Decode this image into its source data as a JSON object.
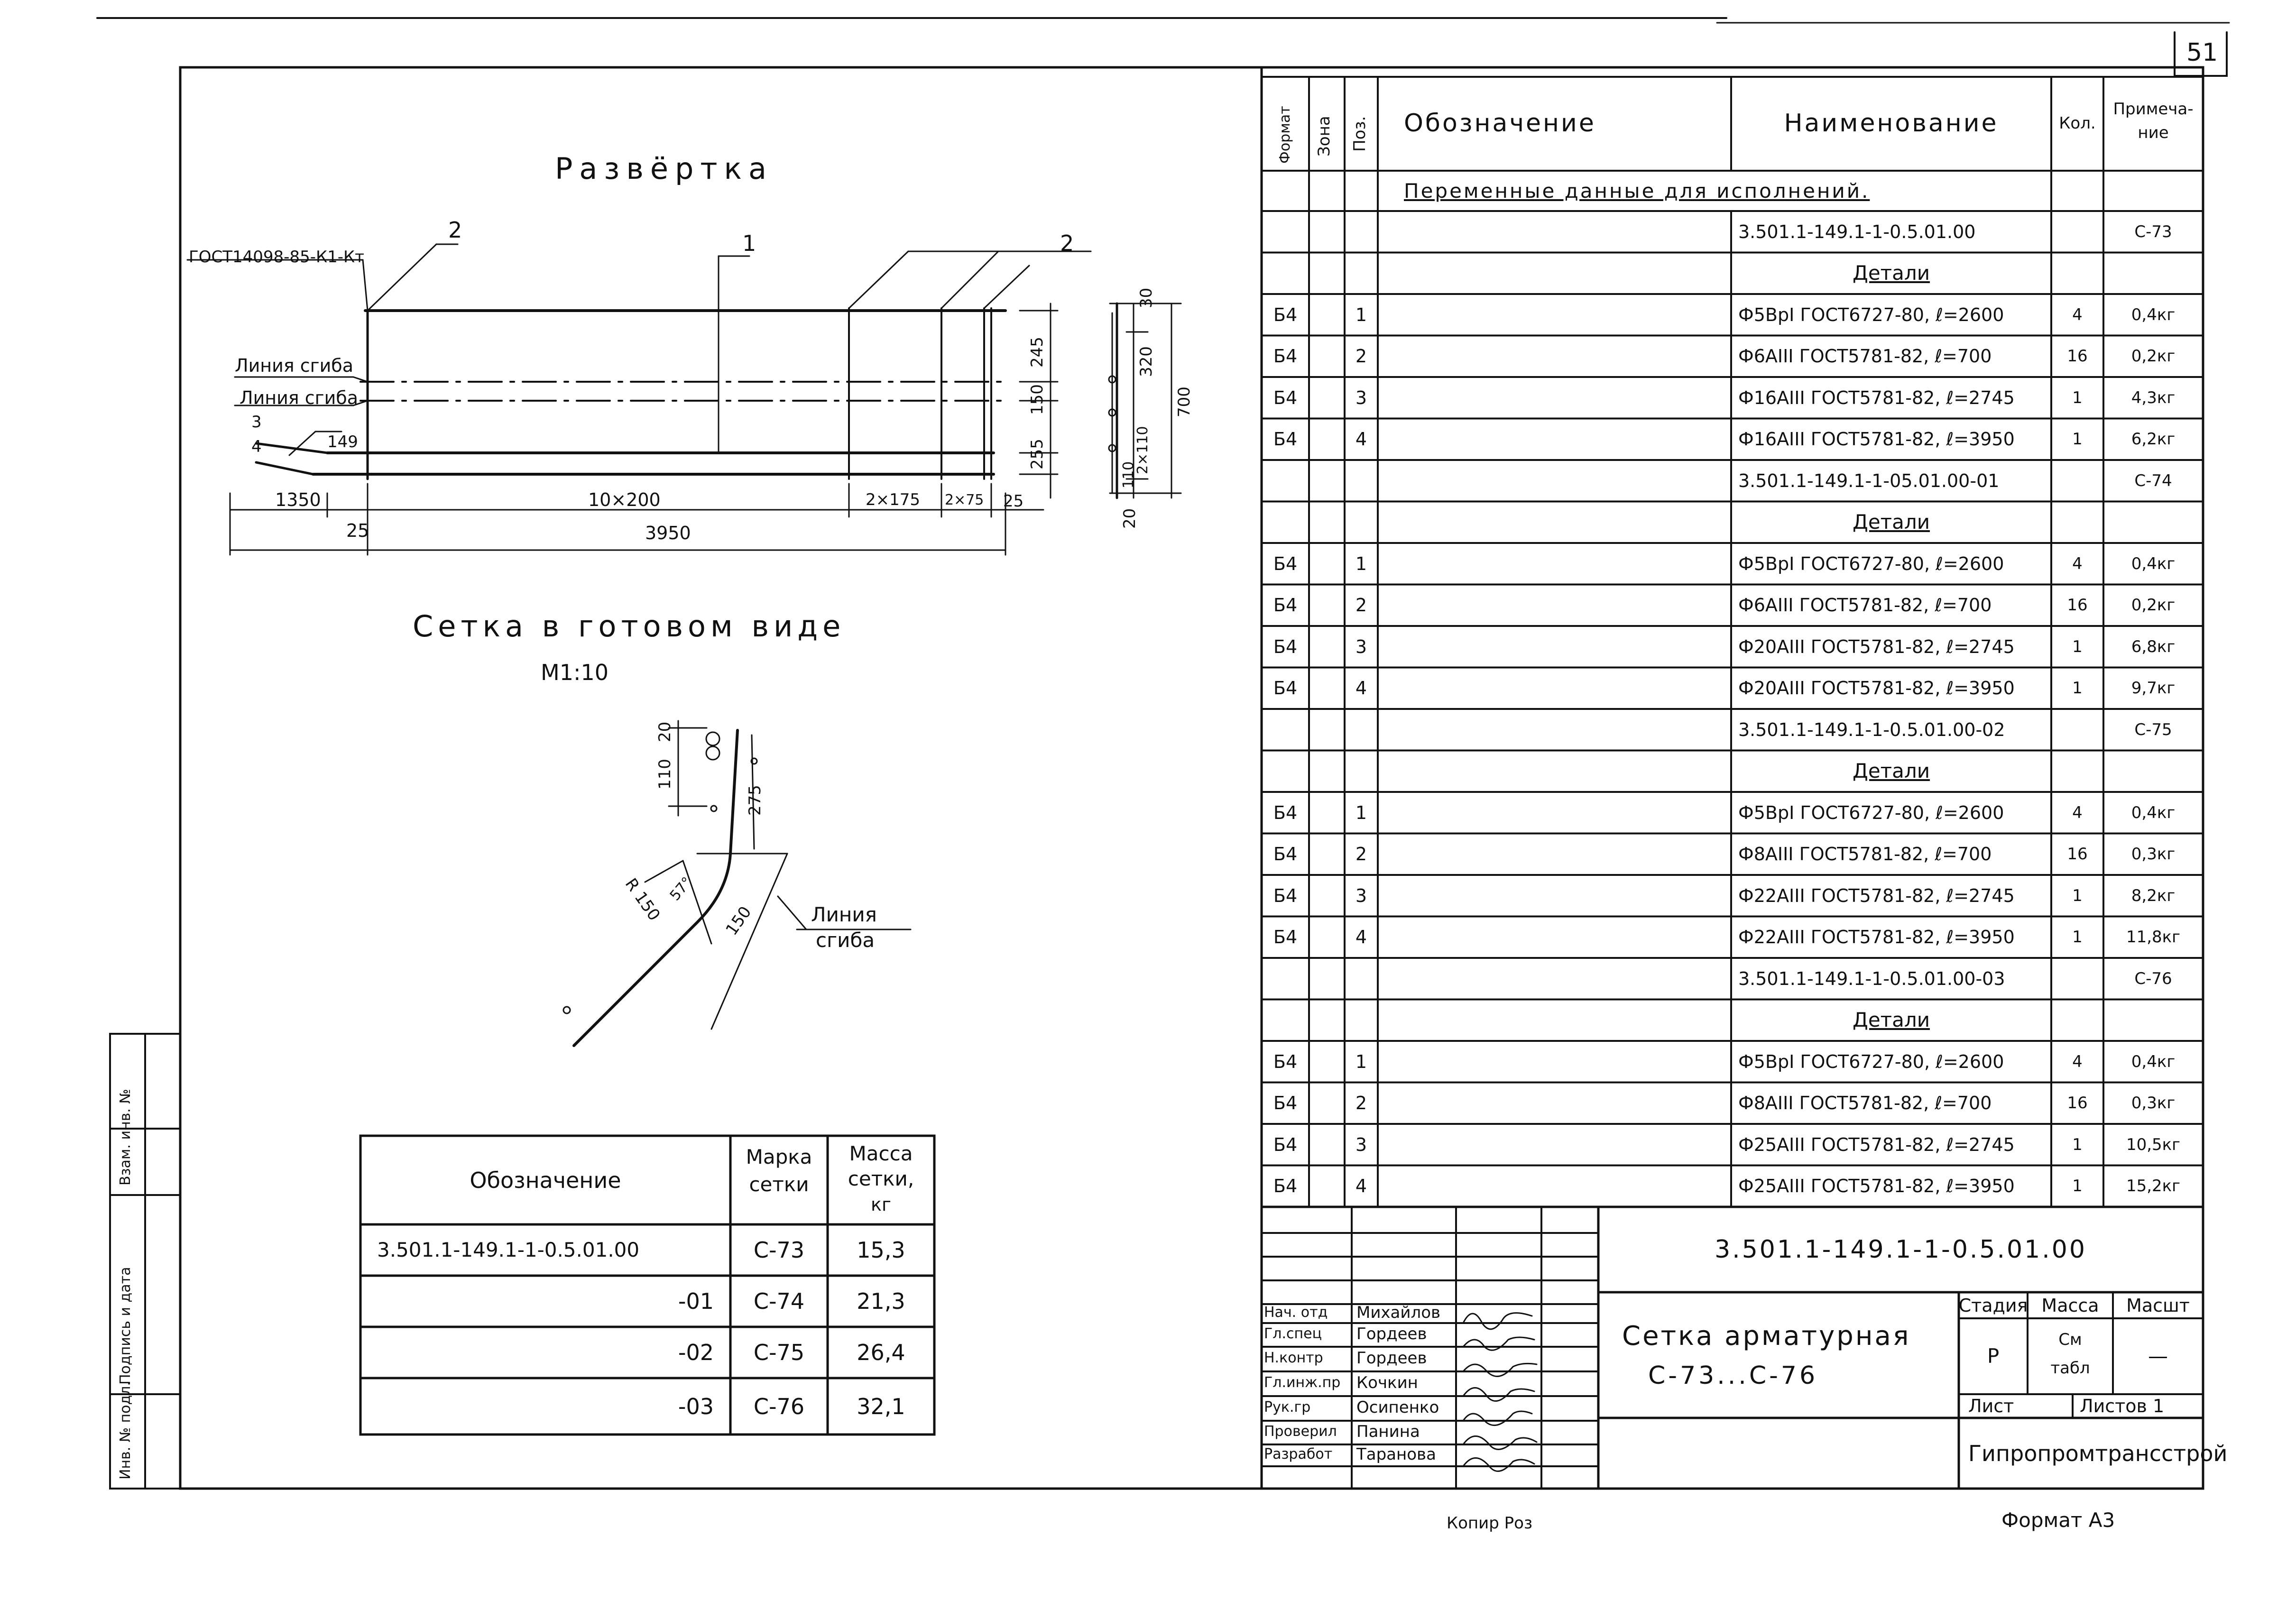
{
  "sheet_number": "51",
  "drawing_title": "Развёртка",
  "finished_title": "Сетка в готовом виде",
  "finished_scale": "М1:10",
  "dev": {
    "gost_note": "ГОСТ14098-85-К1-Кт",
    "pos_1": "1",
    "pos_2a": "2",
    "pos_2b": "2",
    "pos_3": "3",
    "pos_4": "4",
    "bend_line_1": "Линия сгиба",
    "bend_line_2": "Линия сгиба",
    "dim_149": "149",
    "dim_1350": "1350",
    "dim_10x200": "10×200",
    "dim_2x175": "2×175",
    "dim_2x75": "2×75",
    "dim_25a": "25",
    "dim_25b": "25",
    "dim_3950": "3950",
    "dim_245": "245",
    "dim_150": "150",
    "dim_255": "255",
    "dim_30": "30",
    "dim_320": "320",
    "dim_700": "700",
    "dim_2x110": "2×110",
    "dim_110": "110",
    "dim_20": "20"
  },
  "fin": {
    "dim_20": "20",
    "dim_110": "110",
    "dim_275": "275",
    "dim_57": "57°",
    "dim_r150": "R 150",
    "dim_150": "150",
    "bend_line_a": "Линия",
    "bend_line_b": "сгиба"
  },
  "mass_table": {
    "headers": [
      "Обозначение",
      "Марка сетки",
      "Масса сетки, кг"
    ],
    "header_mark_l1": "Марка",
    "header_mark_l2": "сетки",
    "header_mass_l1": "Масса",
    "header_mass_l2": "сетки,",
    "header_mass_l3": "кг",
    "rows": [
      {
        "designation": "3.501.1-149.1-1-0.5.01.00",
        "mark": "С-73",
        "mass": "15,3"
      },
      {
        "designation": "-01",
        "mark": "С-74",
        "mass": "21,3"
      },
      {
        "designation": "-02",
        "mark": "С-75",
        "mass": "26,4"
      },
      {
        "designation": "-03",
        "mark": "С-76",
        "mass": "32,1"
      }
    ]
  },
  "side_stamp": {
    "cell1": "Инв. № подл.",
    "cell2": "Подпись и дата",
    "cell3": "Взам. инв. №"
  },
  "spec": {
    "headers": {
      "format": "Формат",
      "zone": "Зона",
      "pos": "Поз.",
      "designation": "Обозначение",
      "name": "Наименование",
      "qty": "Кол.",
      "note_l1": "Примеча-",
      "note_l2": "ние"
    },
    "variable_data": "Переменные данные для исполнений.",
    "rows": [
      {
        "fmt": "",
        "pos": "",
        "name": "3.501.1-149.1-1-0.5.01.00",
        "qty": "",
        "note": "С-73",
        "style": "plain"
      },
      {
        "fmt": "",
        "pos": "",
        "name": "Детали",
        "qty": "",
        "note": "",
        "style": "heading"
      },
      {
        "fmt": "Б4",
        "pos": "1",
        "name": "Ф5ВрI ГОСТ6727-80, ℓ=2600",
        "qty": "4",
        "note": "0,4кг",
        "style": "plain"
      },
      {
        "fmt": "Б4",
        "pos": "2",
        "name": "Ф6АIII ГОСТ5781-82, ℓ=700",
        "qty": "16",
        "note": "0,2кг",
        "style": "plain"
      },
      {
        "fmt": "Б4",
        "pos": "3",
        "name": "Ф16АIII ГОСТ5781-82, ℓ=2745",
        "qty": "1",
        "note": "4,3кг",
        "style": "plain"
      },
      {
        "fmt": "Б4",
        "pos": "4",
        "name": "Ф16АIII ГОСТ5781-82, ℓ=3950",
        "qty": "1",
        "note": "6,2кг",
        "style": "plain"
      },
      {
        "fmt": "",
        "pos": "",
        "name": "3.501.1-149.1-1-05.01.00-01",
        "qty": "",
        "note": "С-74",
        "style": "plain"
      },
      {
        "fmt": "",
        "pos": "",
        "name": "Детали",
        "qty": "",
        "note": "",
        "style": "heading"
      },
      {
        "fmt": "Б4",
        "pos": "1",
        "name": "Ф5ВрI ГОСТ6727-80, ℓ=2600",
        "qty": "4",
        "note": "0,4кг",
        "style": "plain"
      },
      {
        "fmt": "Б4",
        "pos": "2",
        "name": "Ф6АIII ГОСТ5781-82, ℓ=700",
        "qty": "16",
        "note": "0,2кг",
        "style": "plain"
      },
      {
        "fmt": "Б4",
        "pos": "3",
        "name": "Ф20АIII ГОСТ5781-82, ℓ=2745",
        "qty": "1",
        "note": "6,8кг",
        "style": "plain"
      },
      {
        "fmt": "Б4",
        "pos": "4",
        "name": "Ф20АIII ГОСТ5781-82, ℓ=3950",
        "qty": "1",
        "note": "9,7кг",
        "style": "plain"
      },
      {
        "fmt": "",
        "pos": "",
        "name": "3.501.1-149.1-1-0.5.01.00-02",
        "qty": "",
        "note": "С-75",
        "style": "plain"
      },
      {
        "fmt": "",
        "pos": "",
        "name": "Детали",
        "qty": "",
        "note": "",
        "style": "heading"
      },
      {
        "fmt": "Б4",
        "pos": "1",
        "name": "Ф5ВрI ГОСТ6727-80, ℓ=2600",
        "qty": "4",
        "note": "0,4кг",
        "style": "plain"
      },
      {
        "fmt": "Б4",
        "pos": "2",
        "name": "Ф8АIII ГОСТ5781-82, ℓ=700",
        "qty": "16",
        "note": "0,3кг",
        "style": "plain"
      },
      {
        "fmt": "Б4",
        "pos": "3",
        "name": "Ф22АIII ГОСТ5781-82, ℓ=2745",
        "qty": "1",
        "note": "8,2кг",
        "style": "plain"
      },
      {
        "fmt": "Б4",
        "pos": "4",
        "name": "Ф22АIII ГОСТ5781-82, ℓ=3950",
        "qty": "1",
        "note": "11,8кг",
        "style": "plain"
      },
      {
        "fmt": "",
        "pos": "",
        "name": "3.501.1-149.1-1-0.5.01.00-03",
        "qty": "",
        "note": "С-76",
        "style": "plain"
      },
      {
        "fmt": "",
        "pos": "",
        "name": "Детали",
        "qty": "",
        "note": "",
        "style": "heading"
      },
      {
        "fmt": "Б4",
        "pos": "1",
        "name": "Ф5ВрI ГОСТ6727-80, ℓ=2600",
        "qty": "4",
        "note": "0,4кг",
        "style": "plain"
      },
      {
        "fmt": "Б4",
        "pos": "2",
        "name": "Ф8АIII ГОСТ5781-82, ℓ=700",
        "qty": "16",
        "note": "0,3кг",
        "style": "plain"
      },
      {
        "fmt": "Б4",
        "pos": "3",
        "name": "Ф25АIII ГОСТ5781-82, ℓ=2745",
        "qty": "1",
        "note": "10,5кг",
        "style": "plain"
      },
      {
        "fmt": "Б4",
        "pos": "4",
        "name": "Ф25АIII ГОСТ5781-82, ℓ=3950",
        "qty": "1",
        "note": "15,2кг",
        "style": "plain"
      }
    ]
  },
  "title_block": {
    "document_code": "3.501.1-149.1-1-0.5.01.00",
    "title_line1": "Сетка арматурная",
    "title_line2": "С-73...С-76",
    "stage_label": "Стадия",
    "mass_label": "Масса",
    "scale_label": "Масшт",
    "stage_value": "Р",
    "mass_value_l1": "См",
    "mass_value_l2": "табл",
    "scale_value": "—",
    "sheet_label": "Лист",
    "sheets_label": "Листов 1",
    "organization": "Гипропромтрансстрой",
    "people": [
      {
        "role": "Нач. отд",
        "name": "Михайлов"
      },
      {
        "role": "Гл.спец",
        "name": "Гордеев"
      },
      {
        "role": "Н.контр",
        "name": "Гордеев"
      },
      {
        "role": "Гл.инж.пр",
        "name": "Кочкин"
      },
      {
        "role": "Рук.гр",
        "name": "Осипенко"
      },
      {
        "role": "Проверил",
        "name": "Панина"
      },
      {
        "role": "Разработ",
        "name": "Таранова"
      }
    ],
    "copied_by": "Копир Роз",
    "format": "Формат А3"
  }
}
